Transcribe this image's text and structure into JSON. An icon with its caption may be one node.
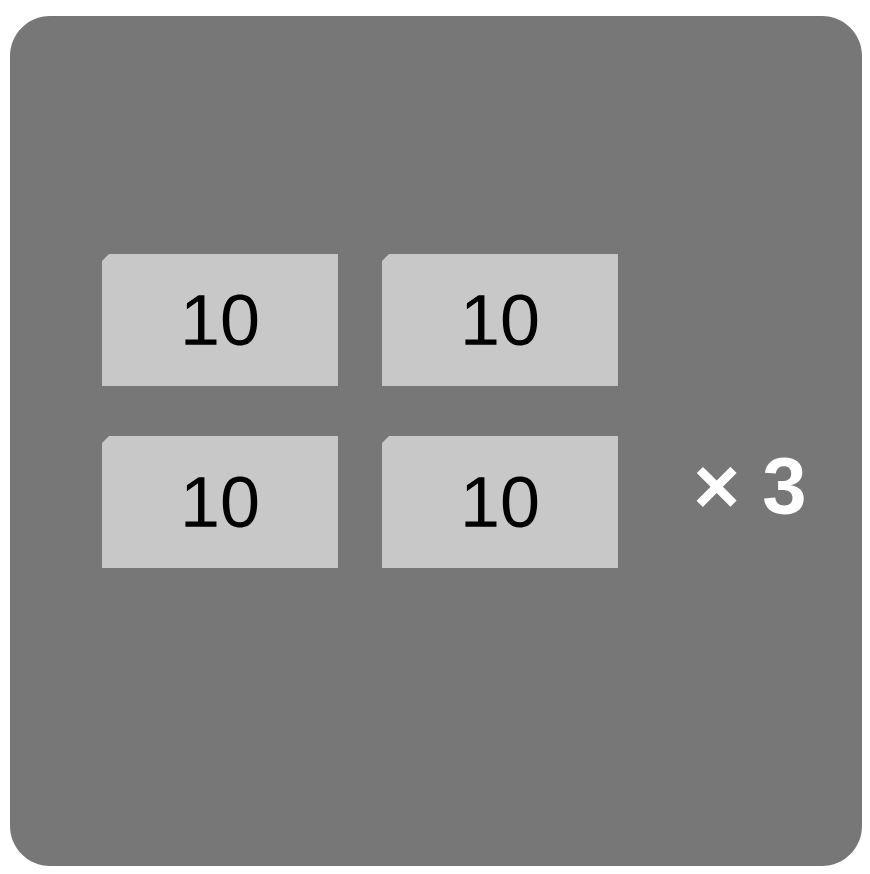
{
  "diagram": {
    "nodes": [
      {
        "text": [
          "10"
        ]
      },
      {
        "text": [
          "10"
        ]
      },
      {
        "text": [
          "10"
        ]
      },
      {
        "text": [
          "10"
        ]
      }
    ],
    "labels": [
      "× 3"
    ]
  }
}
